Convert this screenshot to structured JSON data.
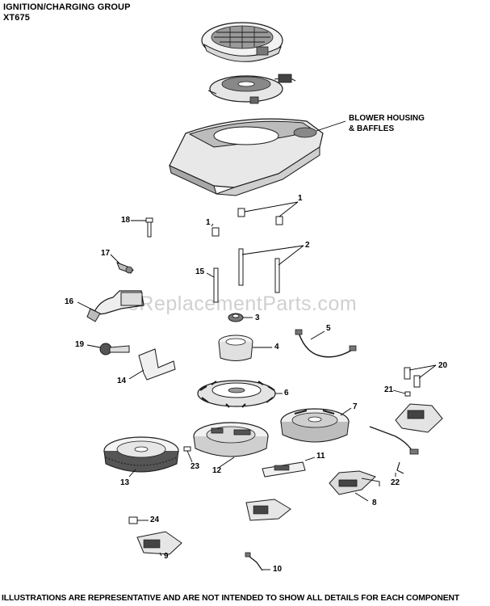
{
  "header": {
    "title": "IGNITION/CHARGING GROUP",
    "model": "XT675"
  },
  "callouts": {
    "blower_line1": "BLOWER HOUSING",
    "blower_line2": "& BAFFLES"
  },
  "part_numbers": {
    "p1a": "1",
    "p1b": "1",
    "p2": "2",
    "p3": "3",
    "p4": "4",
    "p5": "5",
    "p6": "6",
    "p7": "7",
    "p8": "8",
    "p9": "9",
    "p10": "10",
    "p11": "11",
    "p12": "12",
    "p13": "13",
    "p14": "14",
    "p15": "15",
    "p16": "16",
    "p17": "17",
    "p18": "18",
    "p19": "19",
    "p20": "20",
    "p21": "21",
    "p22": "22",
    "p23": "23",
    "p24": "24"
  },
  "watermark": "eReplacementParts.com",
  "footer": "ILLUSTRATIONS ARE REPRESENTATIVE AND ARE NOT INTENDED TO SHOW ALL DETAILS FOR EACH COMPONENT"
}
